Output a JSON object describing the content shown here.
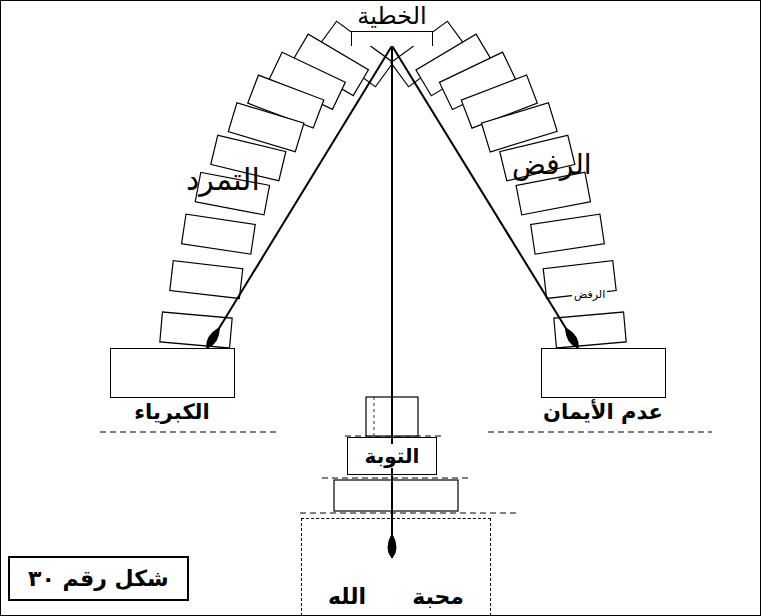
{
  "diagram": {
    "caption": "شكل رقم ٣٠",
    "nodes": [
      {
        "text": [
          "الخطية"
        ]
      },
      {
        "text": [
          "الكبرياء"
        ]
      },
      {
        "text": [
          "عدم الأيمان"
        ]
      },
      {
        "text": [
          "التوبة"
        ]
      },
      {
        "text": [
          "محبة",
          "الله"
        ]
      }
    ],
    "edges": [
      {
        "from": 0,
        "to": 1,
        "arrow": "to"
      },
      {
        "from": 0,
        "to": 2,
        "arrow": "to"
      },
      {
        "from": 0,
        "to": 4,
        "arrow": "to"
      }
    ],
    "labels": [
      "التمرد",
      "الرفض",
      "الرفض"
    ]
  }
}
